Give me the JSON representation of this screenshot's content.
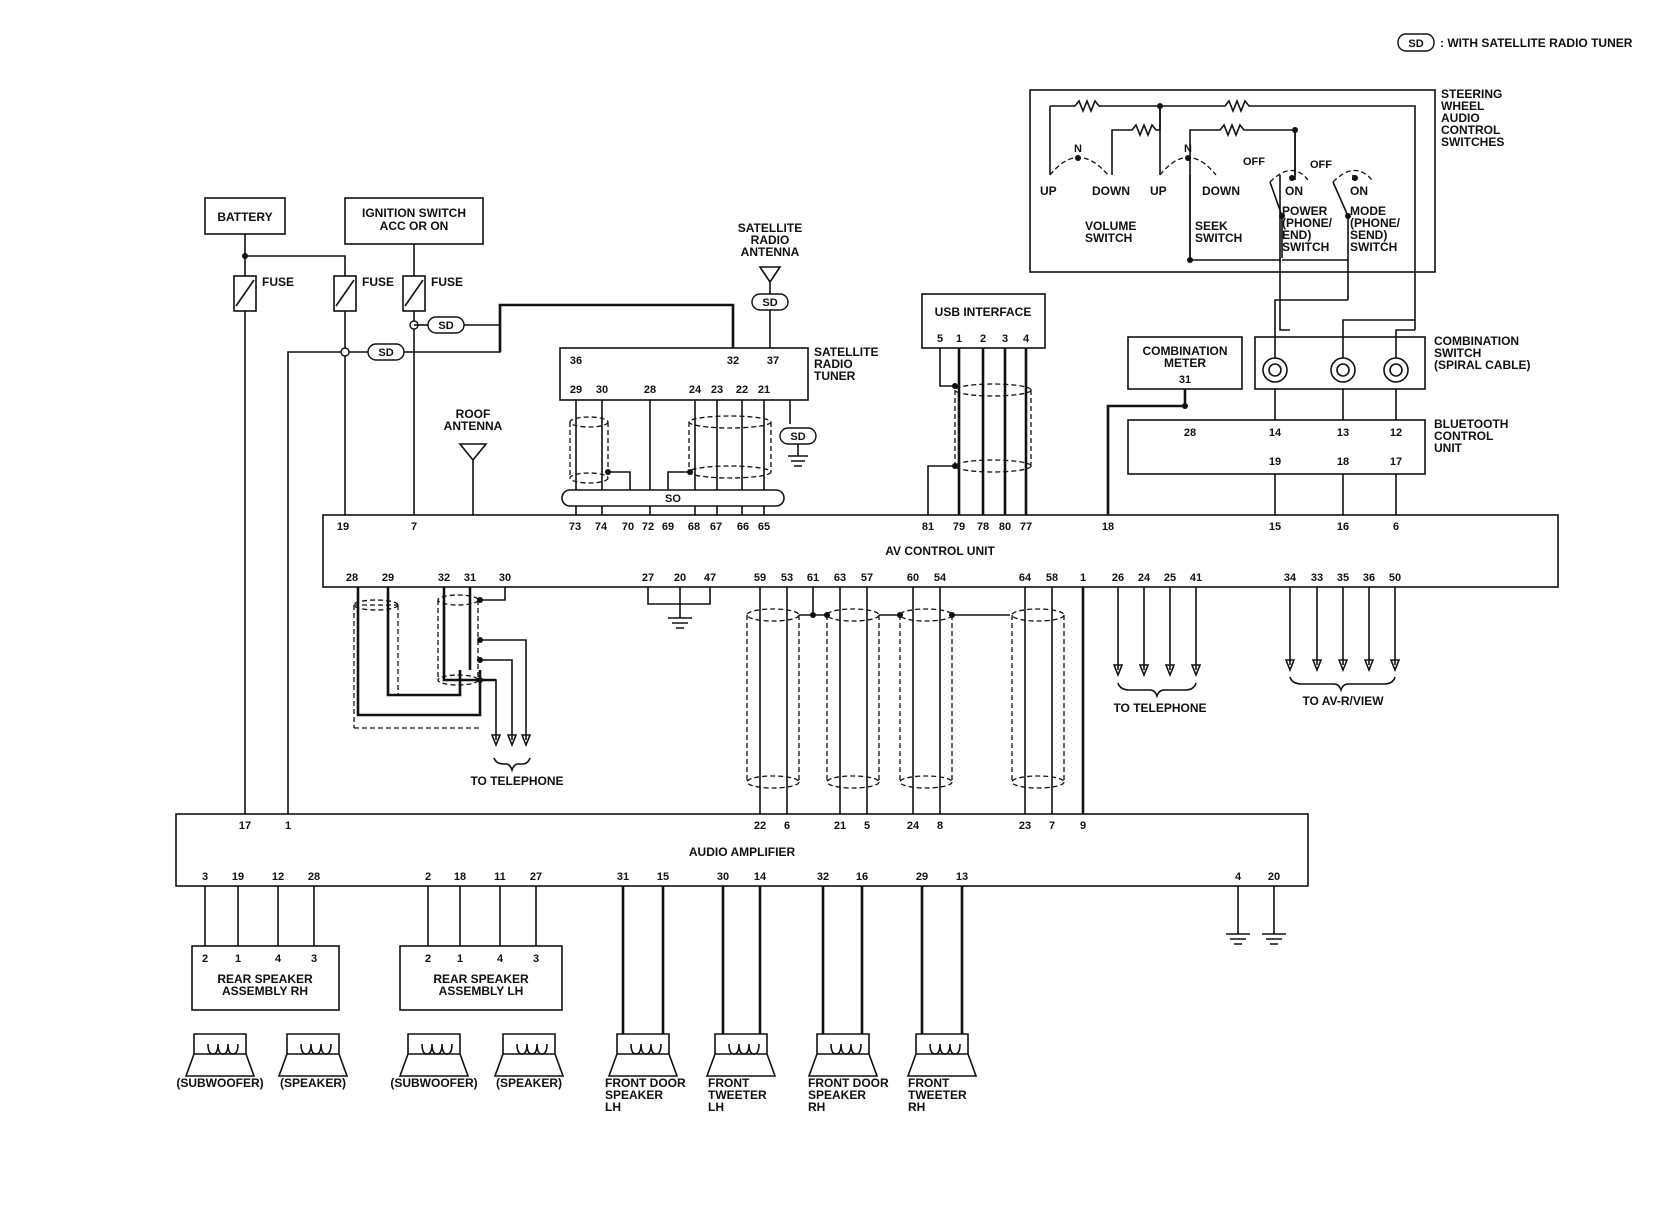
{
  "legend": {
    "sd_badge": "SD",
    "sd_text": ": WITH SATELLITE RADIO TUNER"
  },
  "components": {
    "battery": "BATTERY",
    "ignition_line1": "IGNITION SWITCH",
    "ignition_line2": "ACC OR ON",
    "fuse": "FUSE",
    "sat_antenna": [
      "SATELLITE",
      "RADIO",
      "ANTENNA"
    ],
    "sat_tuner": [
      "SATELLITE",
      "RADIO",
      "TUNER"
    ],
    "roof_antenna": [
      "ROOF",
      "ANTENNA"
    ],
    "usb_interface": "USB INTERFACE",
    "combination_meter": [
      "COMBINATION",
      "METER"
    ],
    "combination_switch": [
      "COMBINATION",
      "SWITCH",
      "(SPIRAL CABLE)"
    ],
    "bluetooth_unit": [
      "BLUETOOTH",
      "CONTROL",
      "UNIT"
    ],
    "steering_switches": [
      "STEERING",
      "WHEEL",
      "AUDIO",
      "CONTROL",
      "SWITCHES"
    ],
    "av_control_unit": "AV CONTROL UNIT",
    "audio_amplifier": "AUDIO AMPLIFIER",
    "shield_label": "SO",
    "to_telephone": "TO TELEPHONE",
    "to_av_rview": "TO AV-R/VIEW",
    "rear_rh": [
      "REAR SPEAKER",
      "ASSEMBLY RH"
    ],
    "rear_lh": [
      "REAR SPEAKER",
      "ASSEMBLY LH"
    ]
  },
  "switch_labels": {
    "up": "UP",
    "down": "DOWN",
    "n": "N",
    "off": "OFF",
    "on": "ON",
    "volume": [
      "VOLUME",
      "SWITCH"
    ],
    "seek": [
      "SEEK",
      "SWITCH"
    ],
    "power": [
      "POWER",
      "(PHONE/",
      "END)",
      "SWITCH"
    ],
    "mode": [
      "MODE",
      "(PHONE/",
      "SEND)",
      "SWITCH"
    ]
  },
  "speakers": {
    "subwoofer": "(SUBWOOFER)",
    "speaker": "(SPEAKER)",
    "fd_lh": [
      "FRONT DOOR",
      "SPEAKER",
      "LH"
    ],
    "ft_lh": [
      "FRONT",
      "TWEETER",
      "LH"
    ],
    "fd_rh": [
      "FRONT DOOR",
      "SPEAKER",
      "RH"
    ],
    "ft_rh": [
      "FRONT",
      "TWEETER",
      "RH"
    ]
  },
  "pins": {
    "tuner_top": [
      "36",
      "32",
      "37"
    ],
    "tuner_bot": [
      "29",
      "30",
      "28",
      "24",
      "23",
      "22",
      "21"
    ],
    "usb": [
      "5",
      "1",
      "2",
      "3",
      "4"
    ],
    "meter": "31",
    "bt_top": [
      "28",
      "14",
      "13",
      "12"
    ],
    "bt_bot": [
      "19",
      "18",
      "17"
    ],
    "av_top": [
      "19",
      "7",
      "73",
      "74",
      "70",
      "72",
      "69",
      "68",
      "67",
      "66",
      "65",
      "81",
      "79",
      "78",
      "80",
      "77",
      "18",
      "15",
      "16",
      "6"
    ],
    "av_bot": [
      "28",
      "29",
      "32",
      "31",
      "30",
      "27",
      "20",
      "47",
      "59",
      "53",
      "61",
      "63",
      "57",
      "60",
      "54",
      "64",
      "58",
      "1",
      "26",
      "24",
      "25",
      "41",
      "34",
      "33",
      "35",
      "36",
      "50"
    ],
    "amp_top": [
      "17",
      "1",
      "22",
      "6",
      "21",
      "5",
      "24",
      "8",
      "23",
      "7",
      "9"
    ],
    "amp_bot": [
      "3",
      "19",
      "12",
      "28",
      "2",
      "18",
      "11",
      "27",
      "31",
      "15",
      "30",
      "14",
      "32",
      "16",
      "29",
      "13",
      "4",
      "20"
    ],
    "rear_rh": [
      "2",
      "1",
      "4",
      "3"
    ],
    "rear_lh": [
      "2",
      "1",
      "4",
      "3"
    ]
  }
}
